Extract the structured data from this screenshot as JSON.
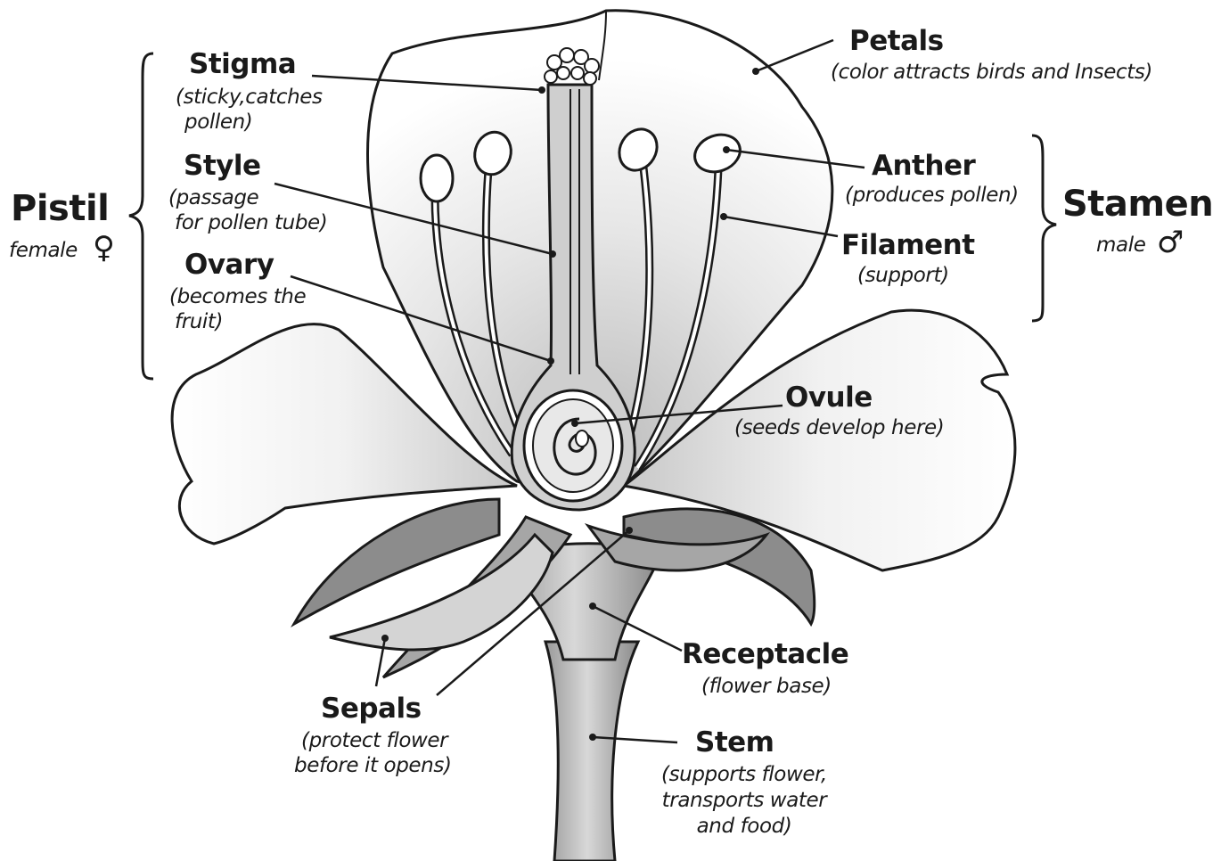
{
  "pistil": {
    "title": "Pistil",
    "subtitle": "female",
    "symbol": "♀"
  },
  "stamen": {
    "title": "Stamen",
    "subtitle": "male",
    "symbol": "♂"
  },
  "labels": {
    "stigma": {
      "title": "Stigma",
      "desc1": "(sticky,catches",
      "desc2": "pollen)"
    },
    "style": {
      "title": "Style",
      "desc1": "(passage",
      "desc2": "for pollen tube)"
    },
    "ovary": {
      "title": "Ovary",
      "desc1": "(becomes the",
      "desc2": "fruit)"
    },
    "petals": {
      "title": "Petals",
      "desc1": "(color attracts birds and Insects)"
    },
    "anther": {
      "title": "Anther",
      "desc1": "(produces pollen)"
    },
    "filament": {
      "title": "Filament",
      "desc1": "(support)"
    },
    "ovule": {
      "title": "Ovule",
      "desc1": "(seeds develop here)"
    },
    "receptacle": {
      "title": "Receptacle",
      "desc1": "(flower base)"
    },
    "sepals": {
      "title": "Sepals",
      "desc1": "(protect flower",
      "desc2": "before it opens)"
    },
    "stem": {
      "title": "Stem",
      "desc1": "(supports flower,",
      "desc2": "transports water",
      "desc3": "and food)"
    }
  },
  "colors": {
    "outline": "#1a1a1a",
    "petal_fill": "#ffffff",
    "petal_shade": "#d9d9d9",
    "sepal_fill": "#8c8c8c",
    "sepal_light": "#d4d4d4",
    "stem_fill": "#b5b5b5",
    "pistil_fill": "#cfcfcf"
  }
}
